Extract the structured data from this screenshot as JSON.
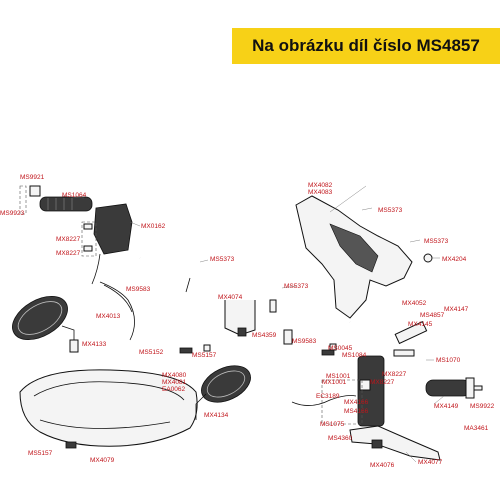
{
  "banner": {
    "text": "Na obrázku díl číslo MS4857",
    "color": "#f7d117"
  },
  "labels": [
    "MS9921",
    "MS9923",
    "MS1064",
    "MX8227",
    "MX8227",
    "MX0162",
    "MS5373",
    "MS9583",
    "MX4013",
    "MX4133",
    "MX4074",
    "MS5373",
    "MS5152",
    "MS5157",
    "MS4359",
    "MX4082",
    "MX4083",
    "MS5373",
    "MS5373",
    "MX4204",
    "MX4052",
    "MX4147",
    "MS4857",
    "MX4145",
    "MS9583",
    "MS0045",
    "MS1084",
    "MS1070",
    "MX4080",
    "MX4081",
    "EA0062",
    "MX4134",
    "MS1001",
    "MX1001",
    "MX8227",
    "MX8227",
    "EC3189",
    "MX4166",
    "MS4166",
    "MS1075",
    "MS4360",
    "MX4149",
    "MS9922",
    "MA3461",
    "MS5157",
    "MX4079",
    "MX4077",
    "MX4076"
  ]
}
